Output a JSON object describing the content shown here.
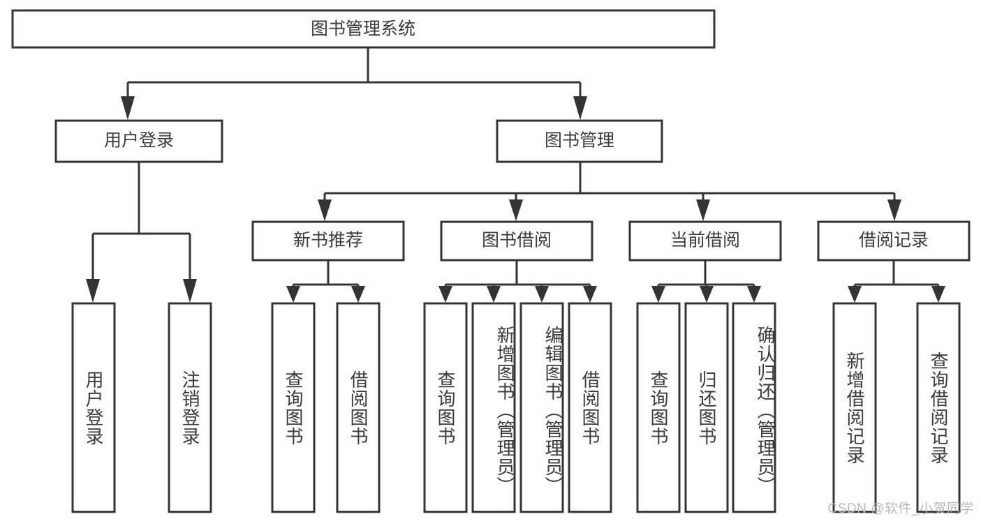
{
  "diagram": {
    "type": "tree",
    "title": "图书管理系统",
    "watermark": "CSDN @软件_小贺同学",
    "colors": {
      "stroke": "#33343a",
      "box_fill": "#ffffff",
      "text": "#3b3b3f",
      "watermark": "#b9b9bd",
      "background": "#ffffff"
    },
    "root": {
      "label": "图书管理系统"
    },
    "level2": [
      {
        "id": "user-login",
        "label": "用户登录"
      },
      {
        "id": "book-manage",
        "label": "图书管理"
      }
    ],
    "level3": [
      {
        "id": "new-book-recommend",
        "label": "新书推荐",
        "parent": "book-manage"
      },
      {
        "id": "book-borrow",
        "label": "图书借阅",
        "parent": "book-manage"
      },
      {
        "id": "current-borrow",
        "label": "当前借阅",
        "parent": "book-manage"
      },
      {
        "id": "borrow-record",
        "label": "借阅记录",
        "parent": "book-manage"
      }
    ],
    "leaves": [
      {
        "id": "leaf-user-login",
        "label": "用户登录",
        "parent": "user-login"
      },
      {
        "id": "leaf-logout-login",
        "label": "注销登录",
        "parent": "user-login"
      },
      {
        "id": "leaf-query-book-1",
        "label": "查询图书",
        "parent": "new-book-recommend"
      },
      {
        "id": "leaf-borrow-book-1",
        "label": "借阅图书",
        "parent": "new-book-recommend"
      },
      {
        "id": "leaf-query-book-2",
        "label": "查询图书",
        "parent": "book-borrow"
      },
      {
        "id": "leaf-add-book",
        "label": "新增图书（管理员）",
        "parent": "book-borrow"
      },
      {
        "id": "leaf-edit-book",
        "label": "编辑图书（管理员）",
        "parent": "book-borrow"
      },
      {
        "id": "leaf-borrow-book-2",
        "label": "借阅图书",
        "parent": "book-borrow"
      },
      {
        "id": "leaf-query-book-3",
        "label": "查询图书",
        "parent": "current-borrow"
      },
      {
        "id": "leaf-return-book",
        "label": "归还图书",
        "parent": "current-borrow"
      },
      {
        "id": "leaf-confirm-return",
        "label": "确认归还（管理员）",
        "parent": "current-borrow"
      },
      {
        "id": "leaf-add-record",
        "label": "新增借阅记录",
        "parent": "borrow-record"
      },
      {
        "id": "leaf-query-record",
        "label": "查询借阅记录",
        "parent": "borrow-record"
      }
    ]
  }
}
